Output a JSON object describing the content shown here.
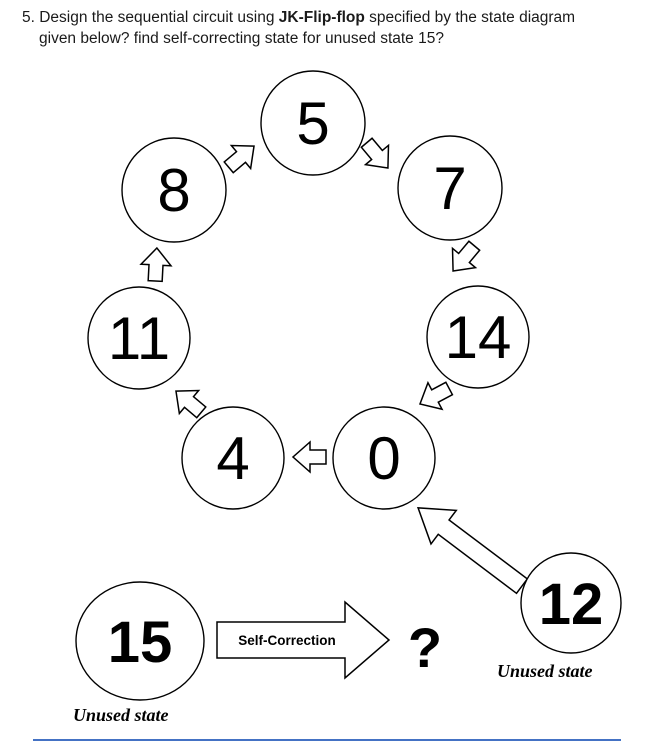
{
  "header": {
    "line1_prefix": "5. Design the sequential circuit using ",
    "line1_bold": "JK-Flip-flop",
    "line1_suffix": " specified by the state diagram",
    "line2": "given below? find self-correcting state for unused state 15?"
  },
  "diagram": {
    "states": {
      "s5": "5",
      "s7": "7",
      "s14": "14",
      "s0": "0",
      "s4": "4",
      "s11": "11",
      "s8": "8"
    },
    "cycle_transitions": [
      "5 → 7",
      "7 → 14",
      "14 → 0",
      "0 → 4",
      "4 → 11",
      "11 → 8",
      "8 → 5"
    ],
    "unused_state_12": {
      "label": "12",
      "caption": "Unused state",
      "transition": "12 → 0"
    },
    "unused_state_15": {
      "label": "15",
      "caption": "Unused state",
      "self_correction_label": "Self-Correction",
      "result": "?"
    }
  },
  "colors": {
    "ink": "#000000",
    "background": "#ffffff",
    "bottom_rule": "#4472c4"
  }
}
